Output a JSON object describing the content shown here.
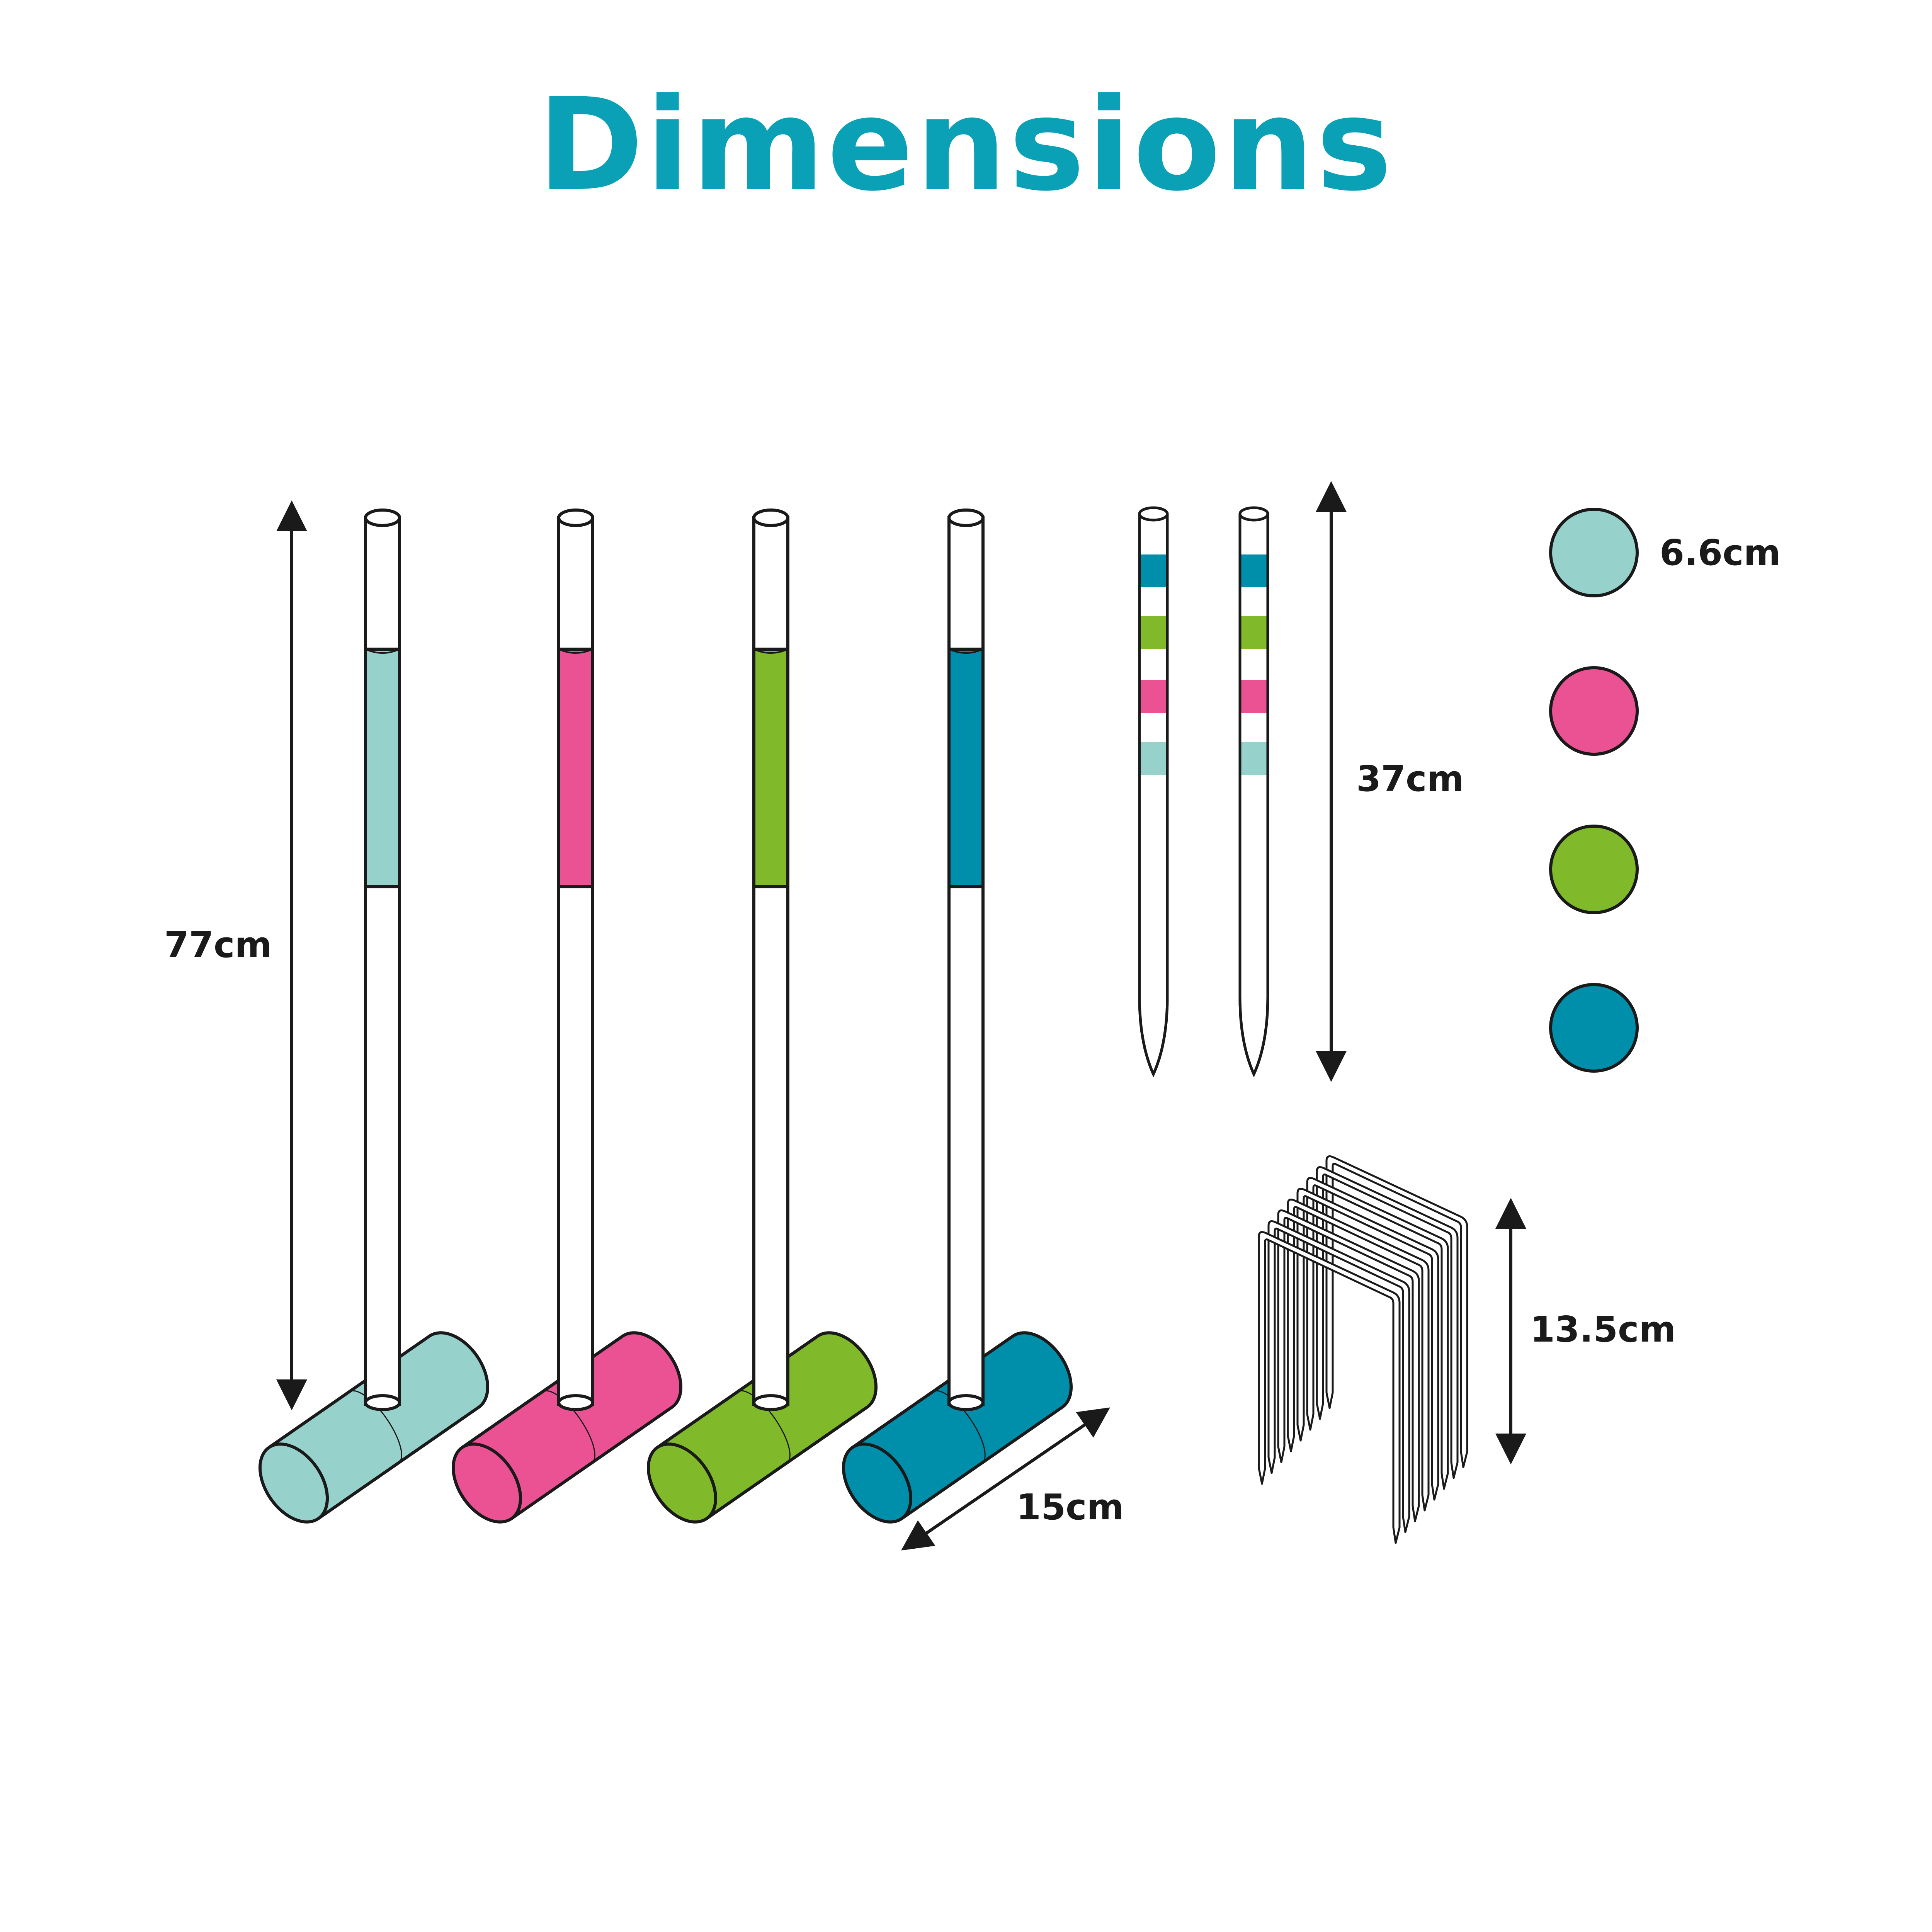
{
  "title": "Dimensions",
  "colors": {
    "title": "#0aa0b5",
    "teal_light": "#97d1cb",
    "pink": "#ea5294",
    "green": "#80b929",
    "blue": "#008fab",
    "outline": "#1a1a1a"
  },
  "mallets": [
    {
      "color_key": "teal_light"
    },
    {
      "color_key": "pink"
    },
    {
      "color_key": "green"
    },
    {
      "color_key": "blue"
    }
  ],
  "stakes": {
    "stripes": [
      "blue",
      "green",
      "pink",
      "teal_light"
    ],
    "count": 2
  },
  "balls": [
    {
      "color_key": "teal_light"
    },
    {
      "color_key": "pink"
    },
    {
      "color_key": "green"
    },
    {
      "color_key": "blue"
    }
  ],
  "labels": {
    "mallet_height": "77cm",
    "stake_height": "37cm",
    "ball_diameter": "6.6cm",
    "mallet_head_length": "15cm",
    "hoop_height": "13.5cm"
  },
  "hoop_count": 8
}
